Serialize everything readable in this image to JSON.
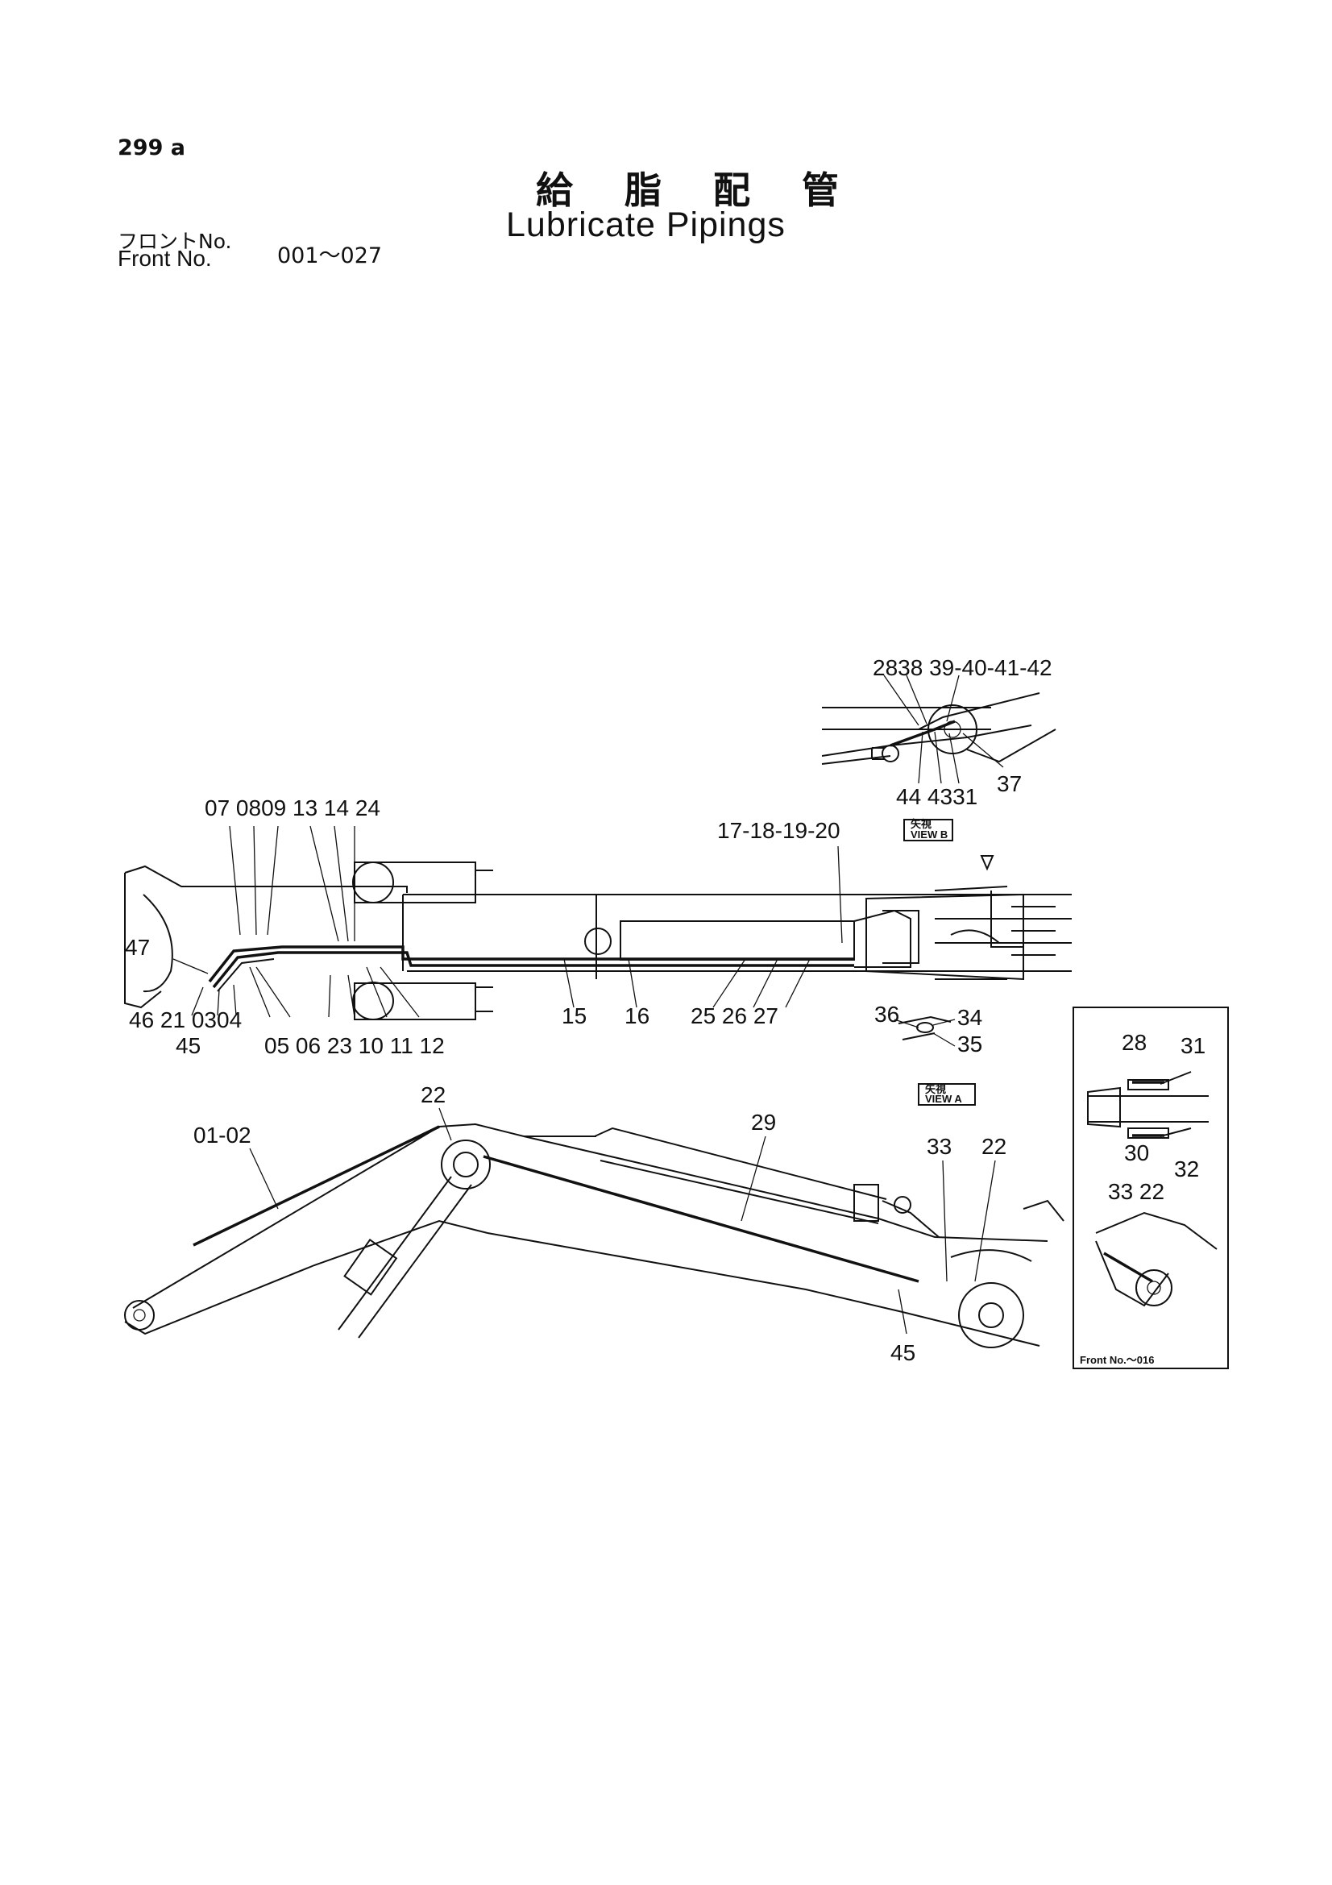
{
  "page_number": "299 a",
  "title_jp": "給 脂 配 管",
  "title_en": "Lubricate Pipings",
  "front_label_jp": "フロントNo.",
  "front_label_en": "Front No.",
  "front_range": "001～027",
  "views": {
    "view_b": "VIEW B",
    "view_a": "VIEW A",
    "view_jp": "矢視"
  },
  "inset": {
    "footer": "Front No.～016"
  },
  "callouts": [
    {
      "id": "c1",
      "text": "2838 39-40-41-42"
    },
    {
      "id": "c2",
      "text": "37"
    },
    {
      "id": "c3",
      "text": "44 4331"
    },
    {
      "id": "c4",
      "text": "07 0809 13 14 24"
    },
    {
      "id": "c5",
      "text": "17-18-19-20"
    },
    {
      "id": "c6",
      "text": "47"
    },
    {
      "id": "c7",
      "text": "46 21 0304"
    },
    {
      "id": "c8",
      "text": "45"
    },
    {
      "id": "c9",
      "text": "05 06 23 10 11 12"
    },
    {
      "id": "c10",
      "text": "15"
    },
    {
      "id": "c11",
      "text": "16"
    },
    {
      "id": "c12",
      "text": "25 26 27"
    },
    {
      "id": "c13",
      "text": "36"
    },
    {
      "id": "c14",
      "text": "34"
    },
    {
      "id": "c15",
      "text": "35"
    },
    {
      "id": "c16",
      "text": "22"
    },
    {
      "id": "c17",
      "text": "01-02"
    },
    {
      "id": "c18",
      "text": "29"
    },
    {
      "id": "c19",
      "text": "33"
    },
    {
      "id": "c20",
      "text": "22"
    },
    {
      "id": "c21",
      "text": "45"
    },
    {
      "id": "c22",
      "text": "28"
    },
    {
      "id": "c23",
      "text": "31"
    },
    {
      "id": "c24",
      "text": "30"
    },
    {
      "id": "c25",
      "text": "32"
    },
    {
      "id": "c26",
      "text": "33 22"
    }
  ]
}
